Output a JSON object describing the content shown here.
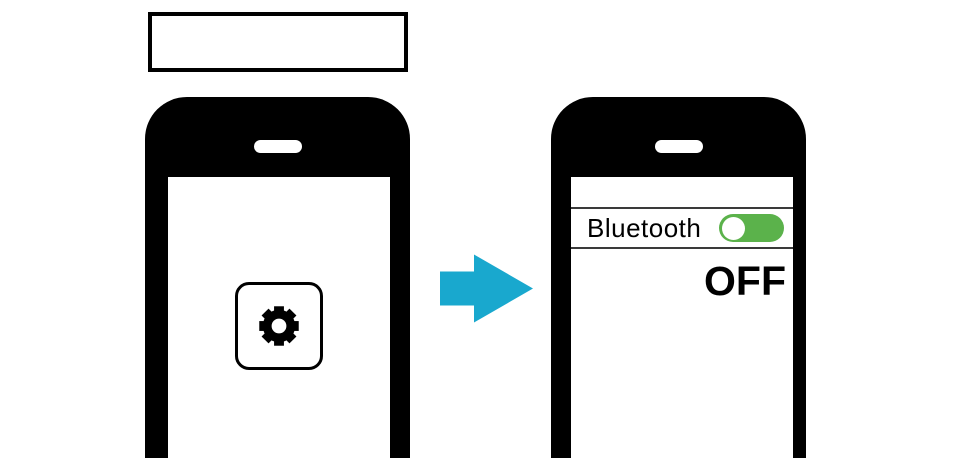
{
  "colors": {
    "arrow": "#19A8CE",
    "toggle_track": "#5BB24B",
    "phone": "#000000",
    "separator": "#3A3A3A"
  },
  "caption_box": {
    "text": ""
  },
  "phone_before": {
    "app_icon": "gear"
  },
  "phone_after": {
    "bluetooth_row": {
      "label": "Bluetooth",
      "toggle_state": "off"
    },
    "status_text": "OFF"
  }
}
